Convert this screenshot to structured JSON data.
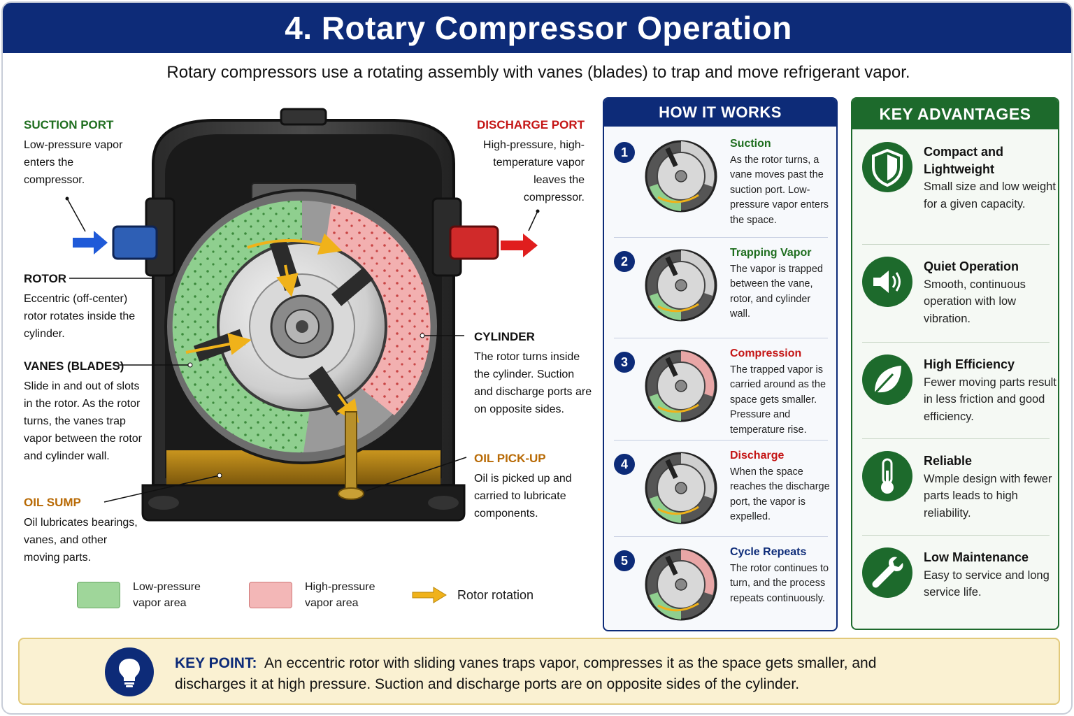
{
  "title": "4. Rotary Compressor Operation",
  "subtitle": "Rotary compressors use a rotating assembly with vanes (blades) to trap and move refrigerant vapor.",
  "labels": {
    "suction": {
      "heading": "SUCTION PORT",
      "text": "Low-pressure vapor enters the compressor."
    },
    "discharge": {
      "heading": "DISCHARGE PORT",
      "text": "High-pressure, high-temperature vapor leaves the compressor."
    },
    "rotor": {
      "heading": "ROTOR",
      "text": "Eccentric (off-center) rotor rotates inside the cylinder."
    },
    "vanes": {
      "heading": "VANES (BLADES)",
      "text": "Slide in and out of slots in the rotor. As the rotor turns, the vanes trap vapor between the rotor and cylinder wall."
    },
    "oil_sump": {
      "heading": "OIL SUMP",
      "text": "Oil lubricates bearings, vanes, and other moving parts."
    },
    "cylinder": {
      "heading": "CYLINDER",
      "text": "The rotor turns inside the cylinder. Suction and discharge ports are on opposite sides."
    },
    "oil_pickup": {
      "heading": "OIL PICK-UP",
      "text": "Oil is picked up and carried to lubricate components."
    }
  },
  "legend": {
    "low": "Low-pressure vapor area",
    "high": "High-pressure vapor area",
    "rotation": "Rotor rotation"
  },
  "how_it_works": {
    "heading": "HOW IT WORKS",
    "steps": [
      {
        "num": "1",
        "title": "Suction",
        "color": "#1f6e1f",
        "text": "As the rotor turns, a vane moves past the suction port. Low-pressure vapor enters the space."
      },
      {
        "num": "2",
        "title": "Trapping Vapor",
        "color": "#1f6e1f",
        "text": "The vapor is trapped between the vane, rotor, and cylinder wall."
      },
      {
        "num": "3",
        "title": "Compression",
        "color": "#c41414",
        "text": "The trapped vapor is carried around as the space gets smaller. Pressure and temperature rise."
      },
      {
        "num": "4",
        "title": "Discharge",
        "color": "#c41414",
        "text": "When the space reaches the discharge port, the vapor is expelled."
      },
      {
        "num": "5",
        "title": "Cycle Repeats",
        "color": "#0d2b78",
        "text": "The rotor continues to turn, and the process repeats continuously."
      }
    ]
  },
  "advantages": {
    "heading": "KEY ADVANTAGES",
    "items": [
      {
        "title": "Compact and Lightweight",
        "text": "Small size and low weight for a given capacity.",
        "icon": "shield-icon"
      },
      {
        "title": "Quiet Operation",
        "text": "Smooth, continuous operation with low vibration.",
        "icon": "speaker-icon"
      },
      {
        "title": "High Efficiency",
        "text": "Fewer moving parts result in less friction and good efficiency.",
        "icon": "leaf-icon"
      },
      {
        "title": "Reliable",
        "text": "Wmple design with fewer parts leads to high reliability.",
        "icon": "thermometer-icon"
      },
      {
        "title": "Low Maintenance",
        "text": "Easy to service and long service life.",
        "icon": "wrench-icon"
      }
    ]
  },
  "key_point": {
    "label": "KEY POINT:",
    "text": "An eccentric rotor with sliding vanes traps vapor, compresses it as the space gets smaller, and discharges it at high pressure. Suction and discharge ports are on opposite sides of the cylinder."
  },
  "colors": {
    "navy": "#0d2b78",
    "green": "#1d6a2c",
    "low_pressure": "#8fcf8f",
    "high_pressure": "#f2a3a3",
    "rotation_arrow": "#f0b21a",
    "oil": "#a87a12"
  }
}
